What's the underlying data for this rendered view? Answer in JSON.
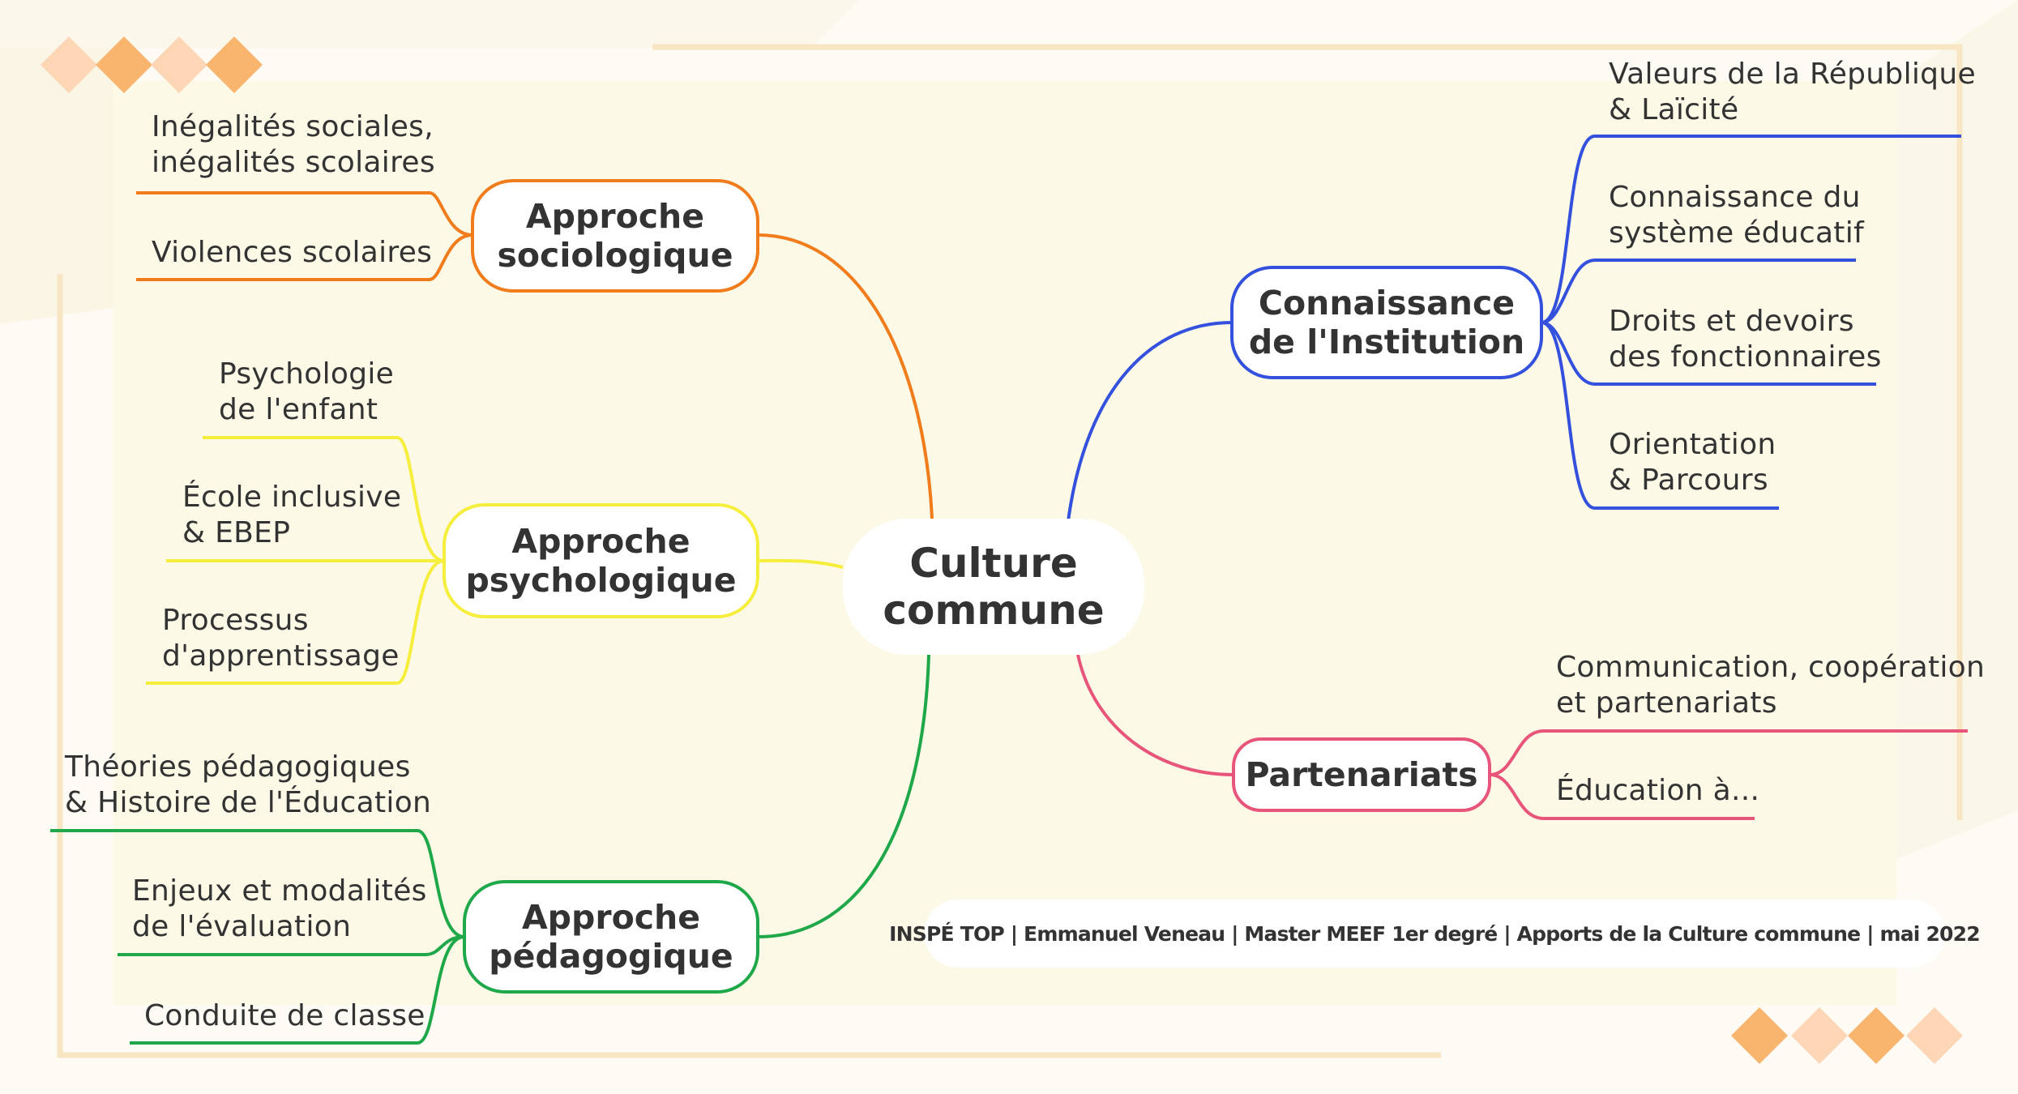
{
  "center": {
    "label": "Culture\ncommune"
  },
  "branches": {
    "socio": {
      "label": "Approche\nsociologique",
      "color": "#f07c1b",
      "leaves": [
        "Inégalités sociales,\ninégalités scolaires",
        "Violences scolaires"
      ]
    },
    "psycho": {
      "label": "Approche\npsychologique",
      "color": "#f5ee3c",
      "leaves": [
        "Psychologie\nde l'enfant",
        "École inclusive\n& EBEP",
        "Processus\nd'apprentissage"
      ]
    },
    "peda": {
      "label": "Approche\npédagogique",
      "color": "#1fa84a",
      "leaves": [
        "Théories pédagogiques\n& Histoire de l'Éducation",
        "Enjeux et modalités\nde l'évaluation",
        "Conduite de classe"
      ]
    },
    "inst": {
      "label": "Connaissance\nde l'Institution",
      "color": "#3451de",
      "leaves": [
        "Valeurs de la République\n& Laïcité",
        "Connaissance du\nsystème éducatif",
        "Droits et devoirs\ndes fonctionnaires",
        "Orientation\n& Parcours"
      ]
    },
    "part": {
      "label": "Partenariats",
      "color": "#e8557a",
      "leaves": [
        "Communication, coopération\net partenariats",
        "Éducation à..."
      ]
    }
  },
  "footer": "INSPÉ TOP | Emmanuel Veneau | Master MEEF 1er degré | Apports de la Culture commune | mai 2022",
  "theme": {
    "background": "#fdfbf4",
    "panel": "#fcf9e6",
    "frame": "#f8e5c4",
    "diamond_dark": "#f9b56e",
    "diamond_light": "#fdd6b6"
  }
}
